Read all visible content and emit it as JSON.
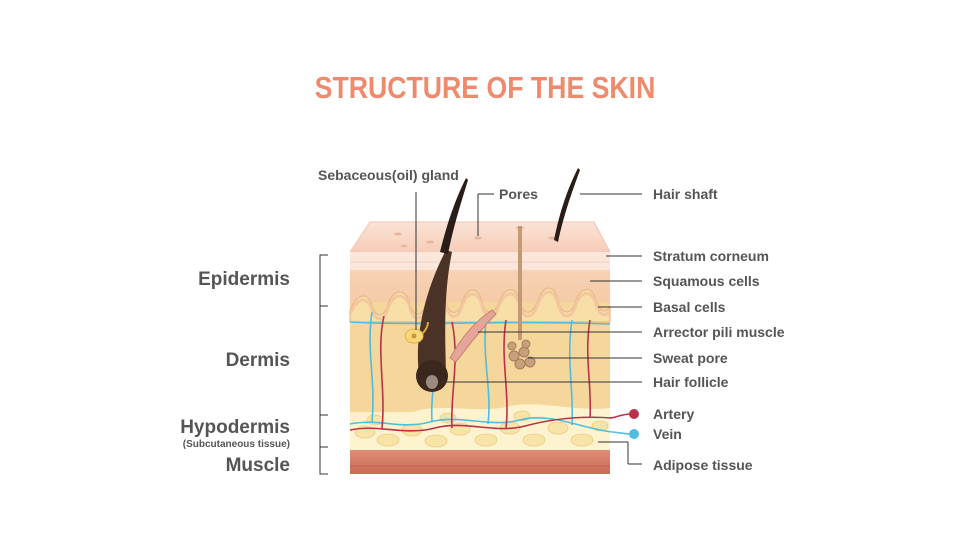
{
  "title": "STRUCTURE OF THE SKIN",
  "colors": {
    "title": "#f08a6c",
    "label": "#555555",
    "artery": "#b8334a",
    "vein": "#4fbde0"
  },
  "top_labels": {
    "sebaceous": "Sebaceous(oil) gland",
    "pores": "Pores",
    "hair_shaft": "Hair shaft"
  },
  "layer_labels": {
    "epidermis": "Epidermis",
    "dermis": "Dermis",
    "hypodermis": "Hypodermis",
    "hypodermis_note": "(Subcutaneous tissue)",
    "muscle": "Muscle"
  },
  "structure_labels": {
    "stratum_corneum": "Stratum corneum",
    "squamous_cells": "Squamous cells",
    "basal_cells": "Basal cells",
    "arrector_pili": "Arrector pili muscle",
    "sweat_pore": "Sweat pore",
    "hair_follicle": "Hair follicle",
    "artery": "Artery",
    "vein": "Vein",
    "adipose_tissue": "Adipose tissue"
  }
}
